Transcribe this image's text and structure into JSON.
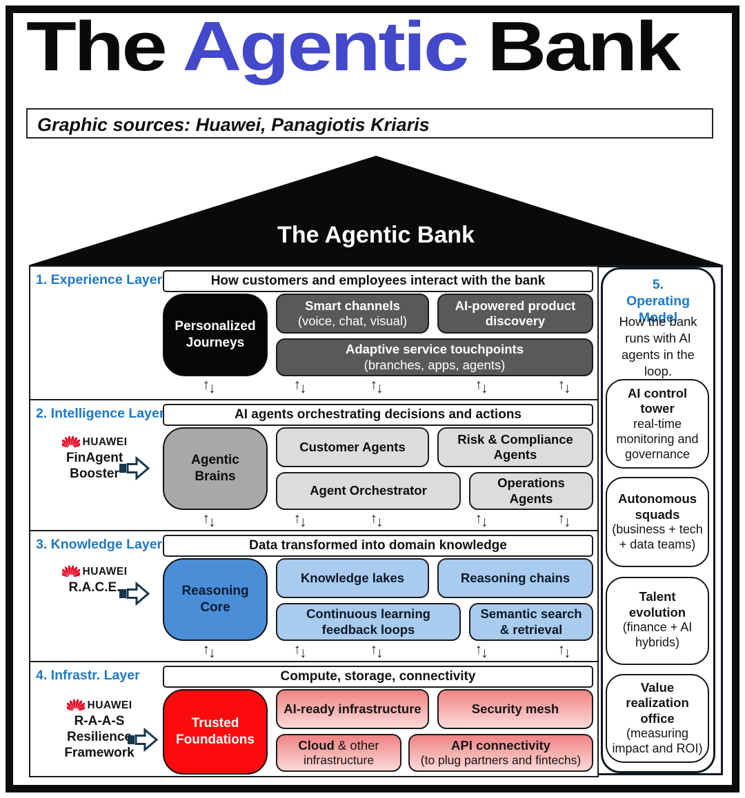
{
  "title": {
    "pre": "The ",
    "highlight": "Agentic",
    "post": " Bank"
  },
  "sources_label": "Graphic sources: Huawei, Panagiotis Kriaris",
  "roof_title": "The Agentic Bank",
  "icons": {
    "up_arrow": "↑",
    "down_arrow": "↓"
  },
  "colors": {
    "title_accent": "#4349ca",
    "layer_label_blue": "#1e78c6",
    "huawei_red": "#e40521",
    "experience_feature_black": "#060606",
    "experience_box_gray": "#59595c",
    "intelligence_feature_gray": "#a8a8a9",
    "intelligence_box_gray": "#dcdcde",
    "knowledge_feature_blue": "#4a8ed8",
    "knowledge_box_blue": "#a9cbee",
    "infrastructure_feature_red": "#fb0b0b",
    "infrastructure_box_pink_top": "#ef8383",
    "infrastructure_box_pink_bottom": "#fdd9d9"
  },
  "layers": [
    {
      "label": "1. Experience Layer",
      "header": "How customers and employees interact with the bank",
      "feature": {
        "title": "Personalized Journeys"
      },
      "boxes": [
        {
          "title": "Smart channels",
          "sub": "(voice, chat, visual)"
        },
        {
          "title": "AI-powered product discovery"
        },
        {
          "title": "Adaptive service touchpoints",
          "sub": "(branches, apps, agents)"
        }
      ]
    },
    {
      "label": "2. Intelligence Layer",
      "header": "AI agents orchestrating decisions and actions",
      "partner": {
        "brand": "HUAWEI",
        "lines": [
          "FinAgent",
          "Booster"
        ]
      },
      "feature": {
        "title": "Agentic Brains"
      },
      "boxes": [
        {
          "title": "Customer Agents"
        },
        {
          "title": "Risk & Compliance Agents"
        },
        {
          "title": "Agent Orchestrator"
        },
        {
          "title": "Operations Agents"
        }
      ]
    },
    {
      "label": "3. Knowledge Layer",
      "header": "Data transformed into domain knowledge",
      "partner": {
        "brand": "HUAWEI",
        "lines": [
          "R.A.C.E."
        ]
      },
      "feature": {
        "title": "Reasoning Core"
      },
      "boxes": [
        {
          "title": "Knowledge lakes"
        },
        {
          "title": "Reasoning chains"
        },
        {
          "title": "Continuous learning feedback loops"
        },
        {
          "title": "Semantic search & retrieval"
        }
      ]
    },
    {
      "label": "4. Infrastr. Layer",
      "header": "Compute, storage, connectivity",
      "partner": {
        "brand": "HUAWEI",
        "lines": [
          "R-A-A-S",
          "Resilience",
          "Framework"
        ]
      },
      "feature": {
        "title": "Trusted Foundations"
      },
      "boxes": [
        {
          "title": "AI-ready infrastructure"
        },
        {
          "title": "Security mesh"
        },
        {
          "title_bold": "Cloud",
          "title_rest": " & other",
          "sub": "infrastructure"
        },
        {
          "title": "API connectivity",
          "sub": "(to plug partners and fintechs)"
        }
      ]
    }
  ],
  "operating_model": {
    "label": "5. Operating Model",
    "intro": "How the bank runs with AI agents in the loop.",
    "boxes": [
      {
        "title": "AI control tower",
        "sub": "real-time monitoring and governance"
      },
      {
        "title": "Autonomous squads",
        "sub": "(business + tech + data teams)"
      },
      {
        "title": "Talent evolution",
        "sub": "(finance + AI hybrids)"
      },
      {
        "title": "Value realization office",
        "sub": "(measuring impact and ROI)"
      }
    ]
  }
}
